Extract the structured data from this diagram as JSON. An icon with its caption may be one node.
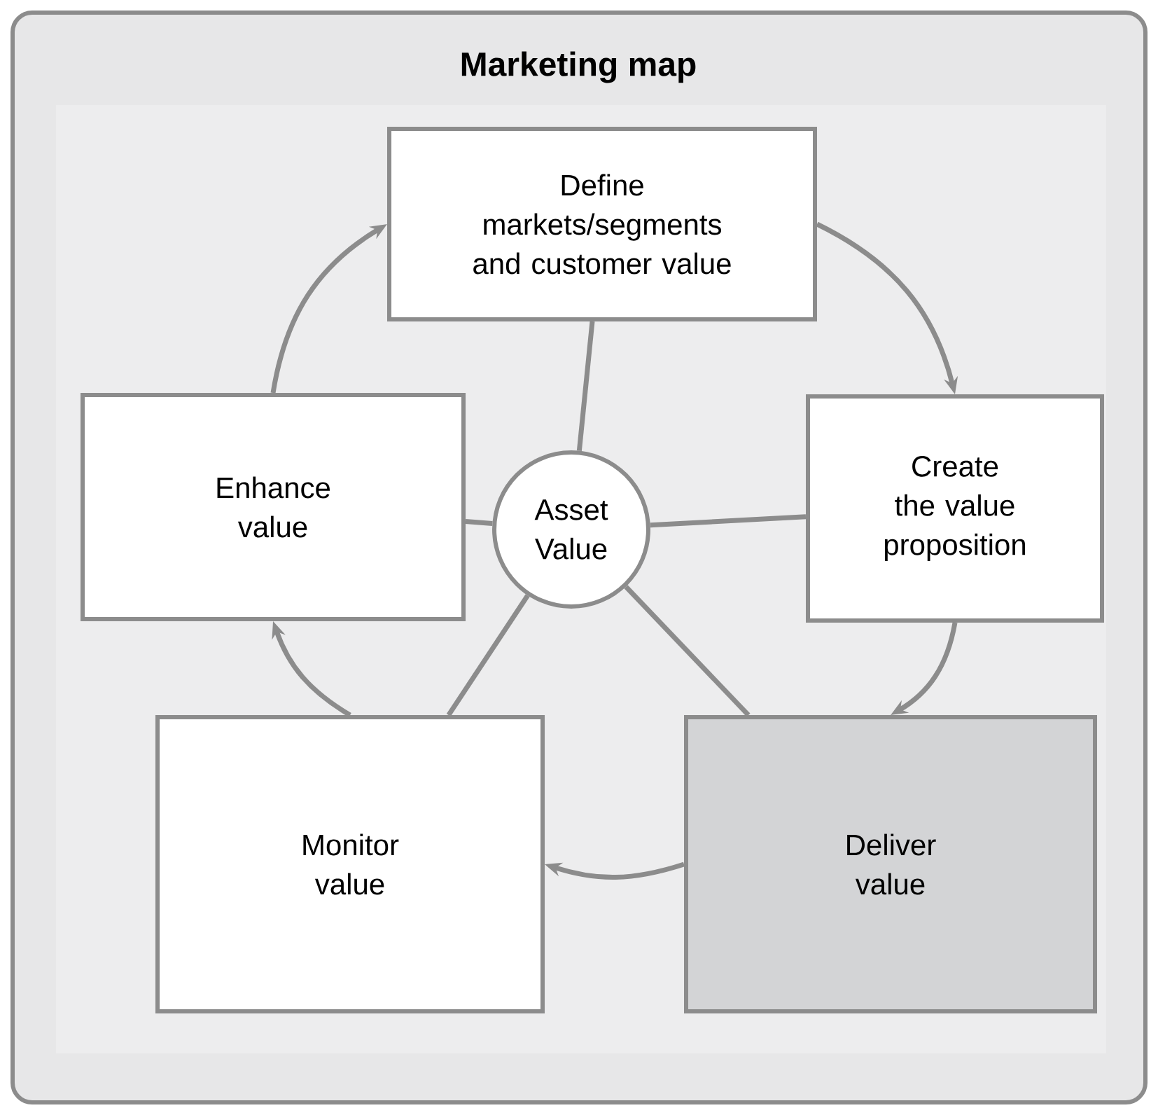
{
  "diagram": {
    "title": "Marketing map",
    "nodes": [
      {
        "text": [
          "Define markets/segments and customer value"
        ]
      },
      {
        "text": [
          "Enhance value"
        ]
      },
      {
        "text": [
          "Asset Value"
        ]
      },
      {
        "text": [
          "Create the value proposition"
        ]
      },
      {
        "text": [
          "Monitor value"
        ]
      },
      {
        "text": [
          "Deliver value"
        ]
      }
    ],
    "edges": [
      {
        "from": 0,
        "to": 3,
        "arrow": "to"
      },
      {
        "from": 3,
        "to": 5,
        "arrow": "to"
      },
      {
        "from": 5,
        "to": 4,
        "arrow": "to"
      },
      {
        "from": 4,
        "to": 1,
        "arrow": "to"
      },
      {
        "from": 1,
        "to": 0,
        "arrow": "to"
      },
      {
        "from": 2,
        "to": 0,
        "arrow": "none"
      },
      {
        "from": 2,
        "to": 3,
        "arrow": "none"
      },
      {
        "from": 2,
        "to": 5,
        "arrow": "none"
      },
      {
        "from": 2,
        "to": 4,
        "arrow": "none"
      },
      {
        "from": 2,
        "to": 1,
        "arrow": "none"
      }
    ]
  }
}
